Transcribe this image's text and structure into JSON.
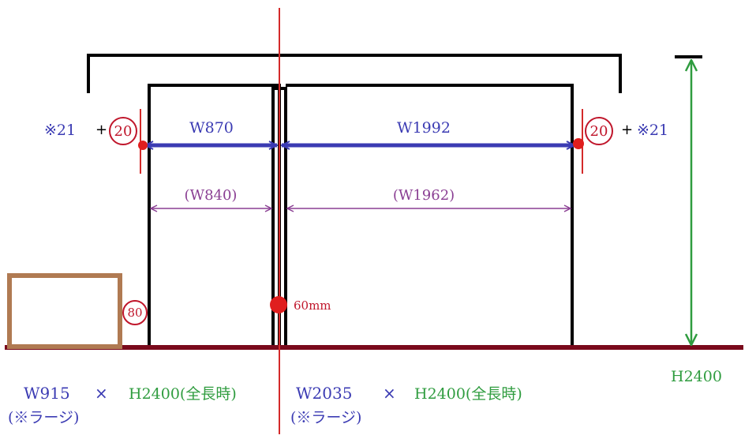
{
  "colors": {
    "frame": "#000000",
    "center_line": "#d42a2a",
    "floor": "#7a0a1c",
    "dimension_blue": "#3b3bb3",
    "dimension_purple": "#8a3f93",
    "height_green": "#2f9c3f",
    "marker_red": "#e01e1e",
    "box_brown": "#b07a52"
  },
  "left_panel": {
    "outer_width": "W870",
    "inner_width": "(W840)",
    "side_note": "※21",
    "plus": "+",
    "side_circle": "20",
    "bottom_circle": "80",
    "size_label": "W915",
    "times": "×",
    "height_label": "H2400(全長時)",
    "type_label": "(※ラージ)"
  },
  "right_panel": {
    "outer_width": "W1992",
    "inner_width": "(W1962)",
    "side_note": "※21",
    "plus": "+",
    "side_circle": "20",
    "size_label": "W2035",
    "times": "×",
    "height_label": "H2400(全長時)",
    "type_label": "(※ラージ)"
  },
  "center": {
    "gap_label": "60mm"
  },
  "height_dimension": {
    "label": "H2400"
  }
}
